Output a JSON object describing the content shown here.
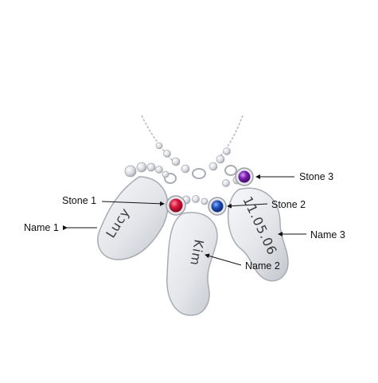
{
  "callouts": {
    "stone_1": "Stone 1",
    "stone_2": "Stone 2",
    "stone_3": "Stone 3",
    "name_1": "Name 1",
    "name_2": "Name 2",
    "name_3": "Name 3"
  },
  "engravings": {
    "left_foot": "Lucy",
    "middle_foot": "Kim",
    "right_foot": "11.05.06"
  },
  "colors": {
    "stone_1": "#d4143a",
    "stone_2": "#1f4fb8",
    "stone_3": "#7a1fb0",
    "silver": "#d9dbdf",
    "silver_dark": "#a8abb2"
  }
}
